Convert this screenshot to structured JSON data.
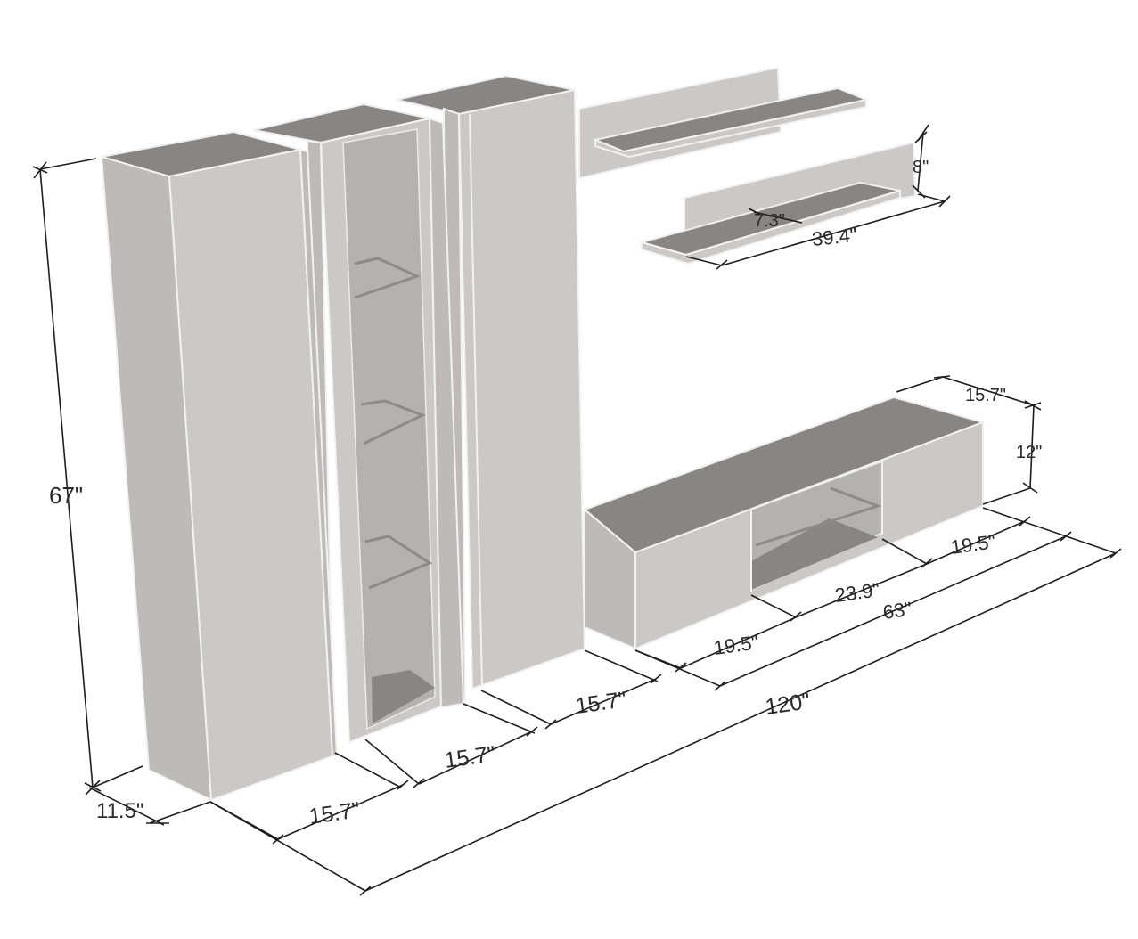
{
  "colors": {
    "panel_front": "#cbc8c7",
    "panel_side": "#bdbab9",
    "panel_top": "#898584",
    "edge": "#f2f2f2",
    "dimension_line": "#1e1e1e"
  },
  "dimensions": {
    "height_tall_cabinet": "67\"",
    "depth_tall_cabinet": "11.5\"",
    "width_tall_cabinet": "15.7\"",
    "width_glass_cabinet": "15.7\"",
    "width_third_cabinet": "15.7\"",
    "tv_stand_left_unit": "19.5\"",
    "tv_stand_middle_unit": "23.9\"",
    "tv_stand_right_unit": "19.5\"",
    "tv_stand_total": "63\"",
    "tv_stand_depth": "15.7\"",
    "tv_stand_height": "12\"",
    "overall_width": "120\"",
    "shelf_width": "39.4\"",
    "shelf_depth": "7.3\"",
    "shelf_height": "8\""
  }
}
